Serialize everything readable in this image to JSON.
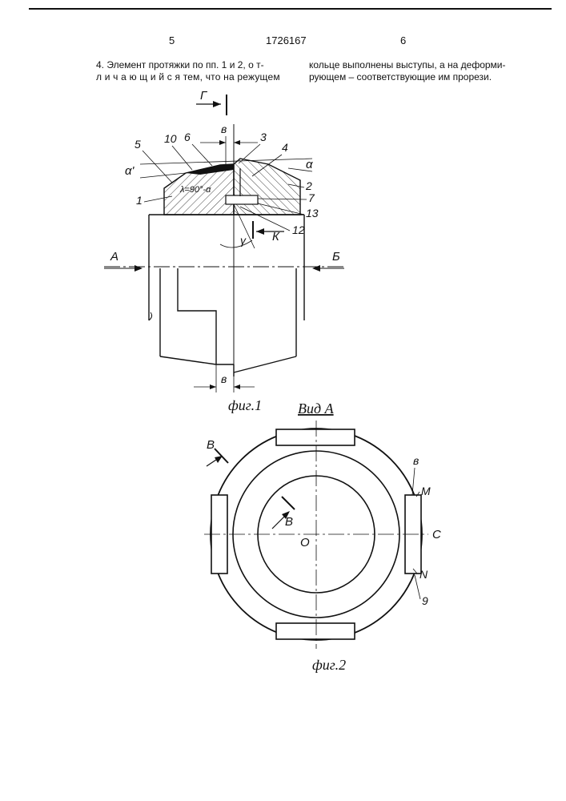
{
  "header": {
    "page_left": "5",
    "patent_number": "1726167",
    "page_right": "6"
  },
  "claim": {
    "left_line1": "4. Элемент протяжки по пп. 1 и 2, о т-",
    "left_line2": "л и ч а ю щ и й с я  тем, что на режущем",
    "right_line1": "кольце выполнены выступы, а на деформи-",
    "right_line2": "рующем – соответствующие им прорези."
  },
  "fig1": {
    "caption": "фиг.1",
    "labels": {
      "G": "Г",
      "v_top": "в",
      "l6": "6",
      "l3": "3",
      "l4": "4",
      "l5": "5",
      "l10": "10",
      "alpha_prime": "α'",
      "alpha": "α",
      "l2": "2",
      "l1": "1",
      "l7": "7",
      "l13": "13",
      "l12": "12",
      "angle": "λ=90°-α",
      "gamma": "γ",
      "K": "К",
      "A": "А",
      "B": "Б",
      "v_bottom": "в"
    }
  },
  "fig2": {
    "title": "Вид А",
    "caption": "фиг.2",
    "labels": {
      "V_outer": "В",
      "V_inner": "В",
      "O": "О",
      "C": "С",
      "M": "М",
      "N": "N",
      "v": "в",
      "g9": "9"
    }
  }
}
